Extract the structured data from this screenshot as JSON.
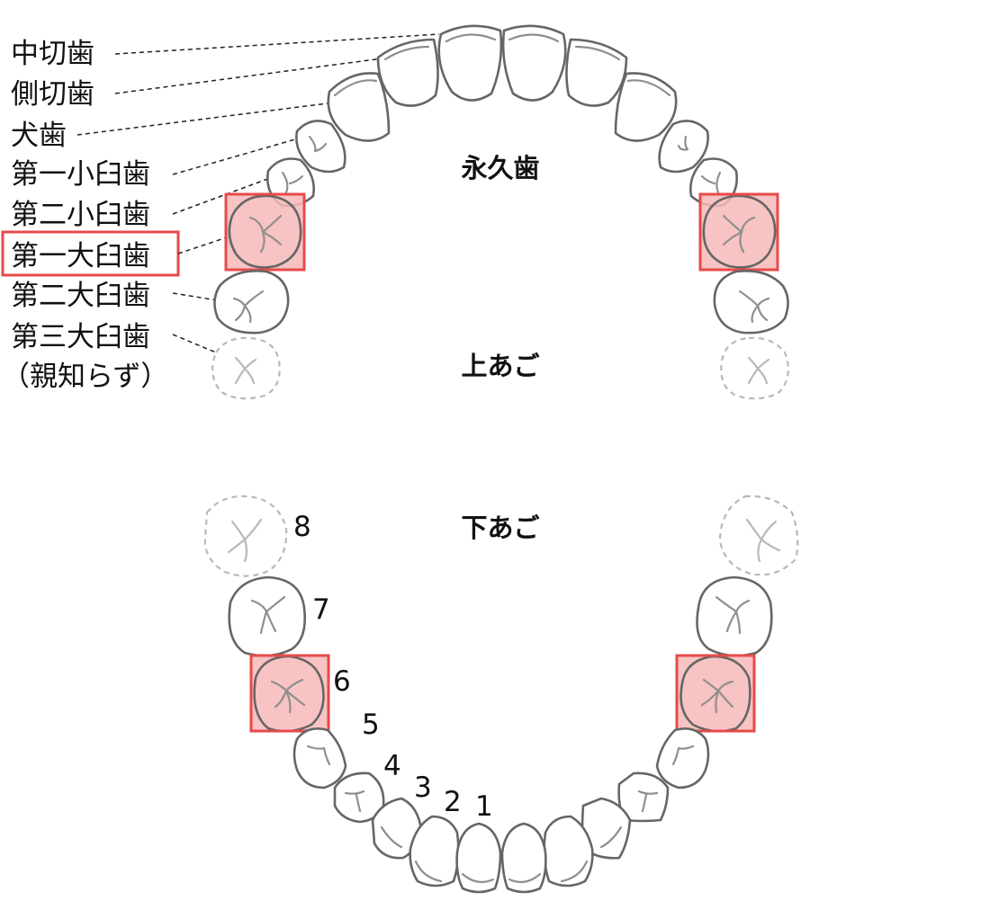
{
  "titles": {
    "permanent": "永久歯",
    "upper": "上あご",
    "lower": "下あご"
  },
  "upper_labels": [
    "中切歯",
    "側切歯",
    "犬歯",
    "第一小臼歯",
    "第二小臼歯",
    "第一大臼歯",
    "第二大臼歯",
    "第三大臼歯",
    "（親知らず）"
  ],
  "highlighted_label": "第一大臼歯",
  "lower_numbers": [
    "8",
    "7",
    "6",
    "5",
    "4",
    "3",
    "2",
    "1"
  ],
  "highlighted_tooth_number": "6",
  "colors": {
    "highlight_fill": "#f7b9b9",
    "highlight_border": "#e84a4a",
    "tooth_outline": "#666666",
    "wisdom_outline": "#b8b8b8"
  }
}
